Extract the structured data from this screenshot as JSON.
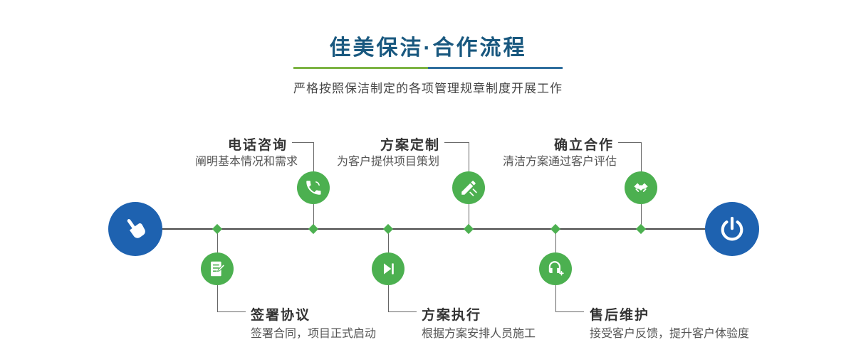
{
  "header": {
    "title": "佳美保洁·合作流程",
    "subtitle": "严格按照保洁制定的各项管理规章制度开展工作"
  },
  "colors": {
    "title": "#19587f",
    "green": "#4cb050",
    "green_light": "#7cb342",
    "blue": "#1e62b0",
    "blue_underline": "#2f6e9e",
    "line": "#4a4a4a"
  },
  "timeline": {
    "start_icon": "hand-pointer-icon",
    "end_icon": "power-icon"
  },
  "steps_top": [
    {
      "label": "电话咨询",
      "desc": "阐明基本情况和需求",
      "icon": "phone-icon"
    },
    {
      "label": "方案定制",
      "desc": "为客户提供项目策划",
      "icon": "pencil-ruler-icon"
    },
    {
      "label": "确立合作",
      "desc": "清洁方案通过客户评估",
      "icon": "handshake-icon"
    }
  ],
  "steps_bottom": [
    {
      "label": "签署协议",
      "desc": "签署合同，项目正式启动",
      "icon": "contract-icon"
    },
    {
      "label": "方案执行",
      "desc": "根据方案安排人员施工",
      "icon": "play-icon"
    },
    {
      "label": "售后维护",
      "desc": "接受客户反馈，提升客户体验度",
      "icon": "headset-icon"
    }
  ]
}
